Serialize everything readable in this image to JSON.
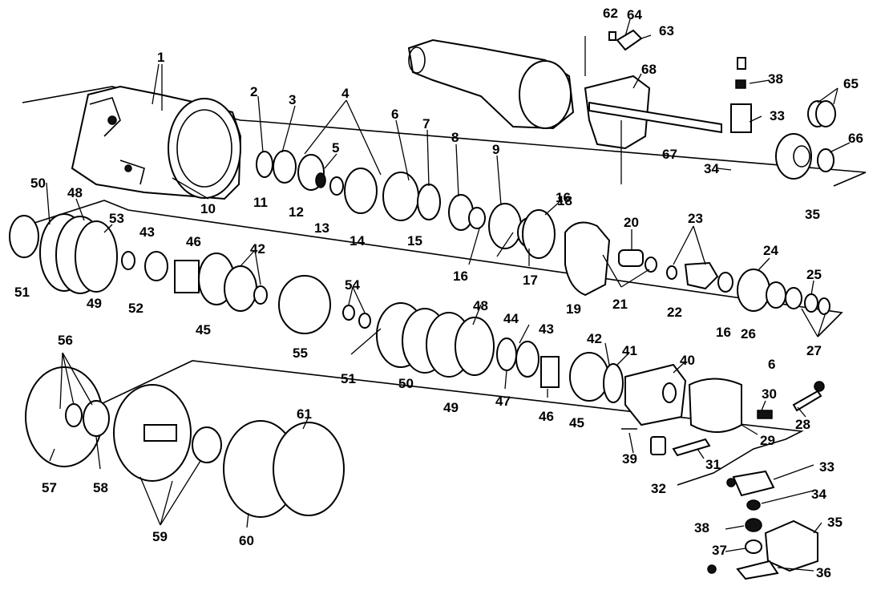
{
  "callouts": [
    {
      "id": "c1",
      "text": "1"
    },
    {
      "id": "c2",
      "text": "2"
    },
    {
      "id": "c3",
      "text": "3"
    },
    {
      "id": "c4",
      "text": "4"
    },
    {
      "id": "c5",
      "text": "5"
    },
    {
      "id": "c6a",
      "text": "6"
    },
    {
      "id": "c7",
      "text": "7"
    },
    {
      "id": "c8",
      "text": "8"
    },
    {
      "id": "c9",
      "text": "9"
    },
    {
      "id": "c10",
      "text": "10"
    },
    {
      "id": "c11",
      "text": "11"
    },
    {
      "id": "c12",
      "text": "12"
    },
    {
      "id": "c13",
      "text": "13"
    },
    {
      "id": "c14",
      "text": "14"
    },
    {
      "id": "c15",
      "text": "15"
    },
    {
      "id": "c16a",
      "text": "16"
    },
    {
      "id": "c16b",
      "text": "16"
    },
    {
      "id": "c16c",
      "text": "16"
    },
    {
      "id": "c17",
      "text": "17"
    },
    {
      "id": "c18",
      "text": "18"
    },
    {
      "id": "c19",
      "text": "19"
    },
    {
      "id": "c20",
      "text": "20"
    },
    {
      "id": "c21",
      "text": "21"
    },
    {
      "id": "c22",
      "text": "22"
    },
    {
      "id": "c23",
      "text": "23"
    },
    {
      "id": "c24",
      "text": "24"
    },
    {
      "id": "c25",
      "text": "25"
    },
    {
      "id": "c26",
      "text": "26"
    },
    {
      "id": "c27",
      "text": "27"
    },
    {
      "id": "c6b",
      "text": "6"
    },
    {
      "id": "c28",
      "text": "28"
    },
    {
      "id": "c29",
      "text": "29"
    },
    {
      "id": "c30",
      "text": "30"
    },
    {
      "id": "c31",
      "text": "31"
    },
    {
      "id": "c32",
      "text": "32"
    },
    {
      "id": "c33a",
      "text": "33"
    },
    {
      "id": "c33b",
      "text": "33"
    },
    {
      "id": "c34a",
      "text": "34"
    },
    {
      "id": "c34b",
      "text": "34"
    },
    {
      "id": "c35a",
      "text": "35"
    },
    {
      "id": "c35b",
      "text": "35"
    },
    {
      "id": "c36",
      "text": "36"
    },
    {
      "id": "c37",
      "text": "37"
    },
    {
      "id": "c38a",
      "text": "38"
    },
    {
      "id": "c38b",
      "text": "38"
    },
    {
      "id": "c39",
      "text": "39"
    },
    {
      "id": "c40",
      "text": "40"
    },
    {
      "id": "c41",
      "text": "41"
    },
    {
      "id": "c42a",
      "text": "42"
    },
    {
      "id": "c42b",
      "text": "42"
    },
    {
      "id": "c43a",
      "text": "43"
    },
    {
      "id": "c43b",
      "text": "43"
    },
    {
      "id": "c44",
      "text": "44"
    },
    {
      "id": "c45a",
      "text": "45"
    },
    {
      "id": "c45b",
      "text": "45"
    },
    {
      "id": "c46a",
      "text": "46"
    },
    {
      "id": "c46b",
      "text": "46"
    },
    {
      "id": "c47",
      "text": "47"
    },
    {
      "id": "c48a",
      "text": "48"
    },
    {
      "id": "c48b",
      "text": "48"
    },
    {
      "id": "c49a",
      "text": "49"
    },
    {
      "id": "c49b",
      "text": "49"
    },
    {
      "id": "c50a",
      "text": "50"
    },
    {
      "id": "c50b",
      "text": "50"
    },
    {
      "id": "c51a",
      "text": "51"
    },
    {
      "id": "c51b",
      "text": "51"
    },
    {
      "id": "c52",
      "text": "52"
    },
    {
      "id": "c53",
      "text": "53"
    },
    {
      "id": "c54",
      "text": "54"
    },
    {
      "id": "c55",
      "text": "55"
    },
    {
      "id": "c56",
      "text": "56"
    },
    {
      "id": "c57",
      "text": "57"
    },
    {
      "id": "c58",
      "text": "58"
    },
    {
      "id": "c59",
      "text": "59"
    },
    {
      "id": "c60",
      "text": "60"
    },
    {
      "id": "c61",
      "text": "61"
    },
    {
      "id": "c62",
      "text": "62"
    },
    {
      "id": "c63",
      "text": "63"
    },
    {
      "id": "c64",
      "text": "64"
    },
    {
      "id": "c65",
      "text": "65"
    },
    {
      "id": "c66",
      "text": "66"
    },
    {
      "id": "c67",
      "text": "67"
    },
    {
      "id": "c68",
      "text": "68"
    }
  ]
}
